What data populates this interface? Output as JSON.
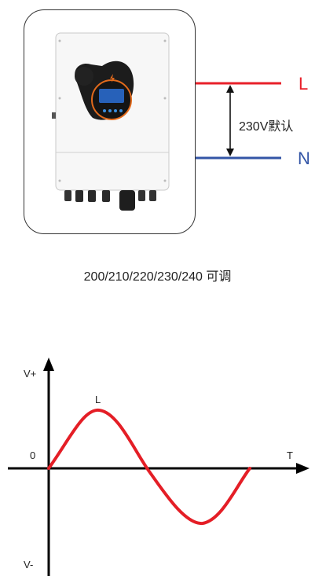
{
  "wiring": {
    "line_label": "L",
    "neutral_label": "N",
    "default_voltage": "230V默认",
    "line_color": "#e8202a",
    "neutral_color": "#3355a6"
  },
  "caption": "200/210/220/230/240 可调",
  "waveform": {
    "y_top_label": "V+",
    "y_bottom_label": "V-",
    "origin_label": "0",
    "x_label": "T",
    "curve_label": "L",
    "curve_color": "#e41e26"
  },
  "icons": [
    "inverter-device-icon"
  ]
}
